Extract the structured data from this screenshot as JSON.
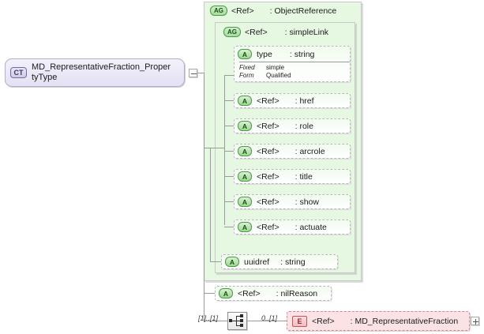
{
  "diagram": {
    "kind": "xml-schema-component-diagram",
    "root": {
      "badge": "CT",
      "badge_meaning": "complexType",
      "label": "MD_RepresentativeFraction_PropertyType",
      "toggle": "collapse"
    },
    "attribute_groups": [
      {
        "badge": "AG",
        "badge_meaning": "attributeGroup",
        "ref": "<Ref>",
        "separator": ":",
        "name": "ObjectReference"
      },
      {
        "badge": "AG",
        "badge_meaning": "attributeGroup",
        "ref": "<Ref>",
        "separator": ":",
        "name": "simpleLink"
      }
    ],
    "simple_link_attributes": [
      {
        "badge": "A",
        "name": "type",
        "separator": ":",
        "type": "string",
        "facets": [
          {
            "key": "Fixed",
            "value": "simple"
          },
          {
            "key": "Form",
            "value": "Qualified"
          }
        ]
      },
      {
        "badge": "A",
        "name": "<Ref>",
        "separator": ":",
        "type": "href"
      },
      {
        "badge": "A",
        "name": "<Ref>",
        "separator": ":",
        "type": "role"
      },
      {
        "badge": "A",
        "name": "<Ref>",
        "separator": ":",
        "type": "arcrole"
      },
      {
        "badge": "A",
        "name": "<Ref>",
        "separator": ":",
        "type": "title"
      },
      {
        "badge": "A",
        "name": "<Ref>",
        "separator": ":",
        "type": "show"
      },
      {
        "badge": "A",
        "name": "<Ref>",
        "separator": ":",
        "type": "actuate"
      }
    ],
    "object_reference_attributes": [
      {
        "badge": "A",
        "name": "uuidref",
        "separator": ":",
        "type": "string"
      }
    ],
    "root_attributes": [
      {
        "badge": "A",
        "name": "<Ref>",
        "separator": ":",
        "type": "nilReason"
      }
    ],
    "compositor": {
      "icon": "sequence-icon",
      "type": "sequence",
      "occurs_left": "[1]..[1]",
      "occurs_right": "0..[1]"
    },
    "element": {
      "badge": "E",
      "badge_meaning": "element",
      "ref": "<Ref>",
      "separator": ":",
      "name": "MD_RepresentativeFraction",
      "toggle": "expand"
    },
    "colors": {
      "complex_type_fill": "#e7e5f4",
      "complex_type_border": "#b2aed2",
      "attribute_group_fill": "#e6f7e2",
      "attribute_badge_green": "#9ed890",
      "element_fill": "#fbe2e4",
      "element_border": "#c98f94",
      "connector_line": "#9a9a9a"
    }
  }
}
